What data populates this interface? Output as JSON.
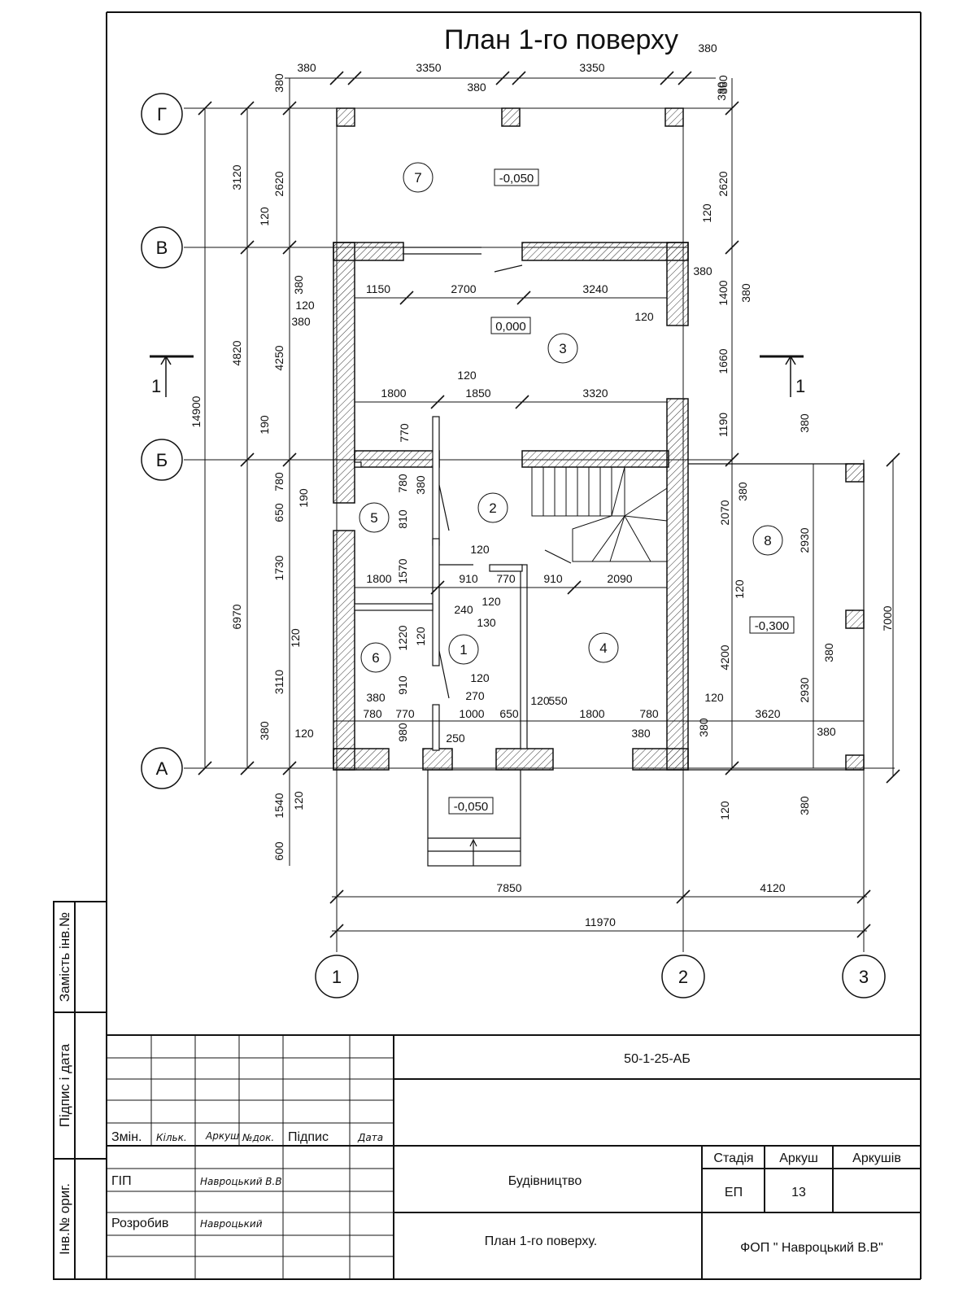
{
  "drawing": {
    "title": "План 1-го поверху",
    "axes": {
      "letters": [
        "Г",
        "В",
        "Б",
        "А"
      ],
      "numbers": [
        "1",
        "2",
        "3"
      ]
    },
    "section_mark": "1",
    "rooms": [
      "7",
      "3",
      "2",
      "5",
      "8",
      "6",
      "1",
      "4"
    ],
    "levels": [
      "-0,050",
      "0,000",
      "-0,300",
      "-0,050"
    ],
    "dims_top": [
      "380",
      "3350",
      "3350",
      "380",
      "380",
      "380"
    ],
    "dims_left_outer": [
      "3120",
      "4820",
      "14900",
      "6970"
    ],
    "dims_left_inner": [
      "380",
      "2620",
      "120",
      "380",
      "120",
      "380",
      "4250",
      "190",
      "780",
      "190",
      "650",
      "1730",
      "120",
      "3110",
      "380",
      "120",
      "1540",
      "120",
      "600"
    ],
    "dims_right": [
      "380",
      "2620",
      "120",
      "380",
      "1400",
      "380",
      "1660",
      "1190",
      "380",
      "380",
      "2070",
      "120",
      "4200",
      "120",
      "380",
      "120",
      "380",
      "2930",
      "380",
      "2930",
      "380",
      "7000",
      "3620"
    ],
    "dims_interior": [
      "1150",
      "2700",
      "3240",
      "120",
      "1800",
      "120",
      "1850",
      "3320",
      "770",
      "780",
      "380",
      "810",
      "120",
      "1570",
      "1800",
      "910",
      "770",
      "910",
      "2090",
      "240",
      "120",
      "130",
      "1220",
      "120",
      "120",
      "910",
      "270",
      "120",
      "550",
      "380",
      "780",
      "770",
      "1000",
      "650",
      "1800",
      "780",
      "980",
      "250",
      "380"
    ],
    "dims_bottom": [
      "7850",
      "4120",
      "11970"
    ]
  },
  "title_block": {
    "code": "50-1-25-АБ",
    "headers": {
      "zmin": "Змін.",
      "kilk": "Кільк.",
      "arkush": "Аркуш",
      "ndok": "№док.",
      "pidpys": "Підпис",
      "data": "Дата"
    },
    "gip_label": "ГІП",
    "gip_name": "Навроцький В.В",
    "rozrobyv_label": "Розробив",
    "rozrobyv_name": "Навроцький",
    "object": "Будівництво",
    "sheet_title": "План 1-го поверху.",
    "stage_label": "Стадія",
    "sheet_label": "Аркуш",
    "sheets_label": "Аркушів",
    "stage": "ЕП",
    "sheet": "13",
    "sheets": "",
    "company": "ФОП \" Навроцький В.В\""
  },
  "side_stamp": {
    "zamist": "Замість інв.№",
    "pidpys": "Підпис і дата",
    "inv_orig": "Інв.№ ориг."
  }
}
